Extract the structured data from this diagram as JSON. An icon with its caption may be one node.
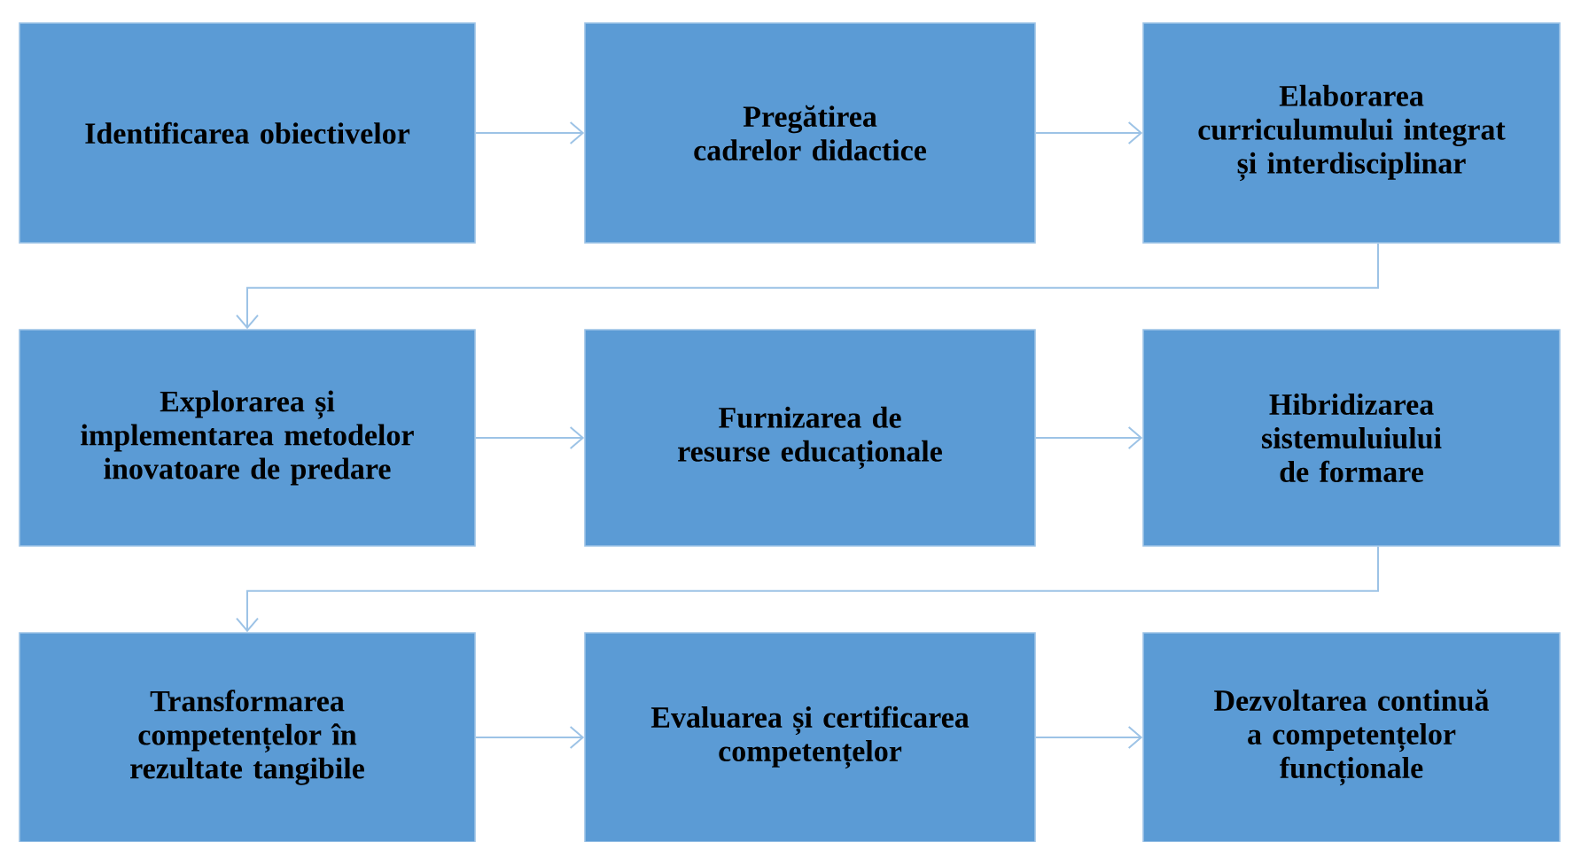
{
  "diagram": {
    "nodes": [
      {
        "text": [
          "Identificarea obiectivelor"
        ]
      },
      {
        "text": [
          "Pregătirea cadrelor didactice"
        ]
      },
      {
        "text": [
          "Elaborarea curriculumului integrat și interdisciplinar"
        ]
      },
      {
        "text": [
          "Explorarea și implementarea metodelor inovatoare de predare"
        ]
      },
      {
        "text": [
          "Furnizarea de resurse educaționale"
        ]
      },
      {
        "text": [
          "Hibridizarea sistemuluiului  de formare"
        ]
      },
      {
        "text": [
          "Transformarea competențelor în rezultate tangibile"
        ]
      },
      {
        "text": [
          "Evaluarea și certificarea competențelor"
        ]
      },
      {
        "text": [
          "Dezvoltarea continuă a competențelor funcționale"
        ]
      }
    ],
    "edges": [
      {
        "from": 0,
        "to": 1,
        "arrow": "to"
      },
      {
        "from": 1,
        "to": 2,
        "arrow": "to"
      },
      {
        "from": 2,
        "to": 3,
        "arrow": "to"
      },
      {
        "from": 3,
        "to": 4,
        "arrow": "to"
      },
      {
        "from": 4,
        "to": 5,
        "arrow": "to"
      },
      {
        "from": 5,
        "to": 6,
        "arrow": "to"
      },
      {
        "from": 6,
        "to": 7,
        "arrow": "to"
      },
      {
        "from": 7,
        "to": 8,
        "arrow": "to"
      }
    ]
  }
}
